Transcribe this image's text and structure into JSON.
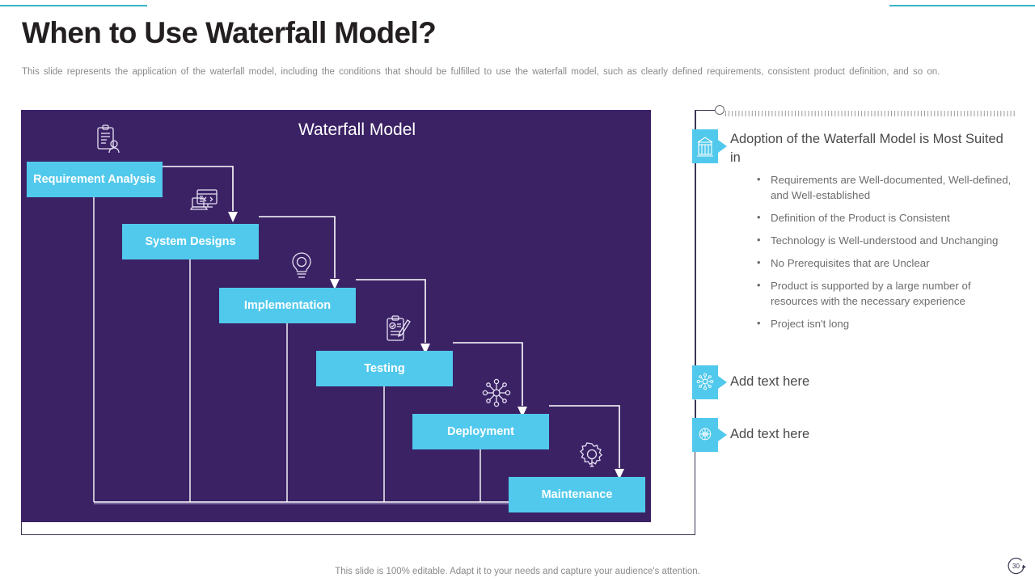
{
  "header": {
    "title": "When to Use Waterfall Model?",
    "subtitle": "This slide represents the application of the waterfall model, including the conditions that should be fulfilled to use the waterfall model, such as clearly defined requirements, consistent product definition, and so on."
  },
  "colors": {
    "accent_teal": "#39b4c8",
    "panel_purple": "#3b2265",
    "stage_cyan": "#51c9ec",
    "frame_dark": "#3c3654",
    "title_dark": "#231f20",
    "body_gray": "#6d6d6d"
  },
  "diagram": {
    "title": "Waterfall Model",
    "stages": [
      {
        "label": "Requirement Analysis",
        "icon": "clipboard-person-icon"
      },
      {
        "label": "System Designs",
        "icon": "monitor-code-icon"
      },
      {
        "label": "Implementation",
        "icon": "lightbulb-gear-icon"
      },
      {
        "label": "Testing",
        "icon": "clipboard-check-pen-icon"
      },
      {
        "label": "Deployment",
        "icon": "network-nodes-icon"
      },
      {
        "label": "Maintenance",
        "icon": "gear-wrench-icon"
      }
    ]
  },
  "right_panel": {
    "blocks": [
      {
        "heading": "Adoption of the Waterfall Model is Most Suited in",
        "icon": "building-icon",
        "bullets": [
          "Requirements are Well-documented, Well-defined, and Well-established",
          "Definition of the Product is Consistent",
          "Technology is Well-understood and Unchanging",
          "No Prerequisites that are Unclear",
          "Product is supported by a large number of resources with the necessary experience",
          "Project isn't long"
        ]
      },
      {
        "heading": "Add text here",
        "icon": "network-flake-icon",
        "bullets": []
      },
      {
        "heading": "Add text here",
        "icon": "brain-gear-icon",
        "bullets": []
      }
    ]
  },
  "footer": {
    "note": "This slide is 100% editable. Adapt it to your needs and capture your audience's attention.",
    "page_number": "30"
  }
}
